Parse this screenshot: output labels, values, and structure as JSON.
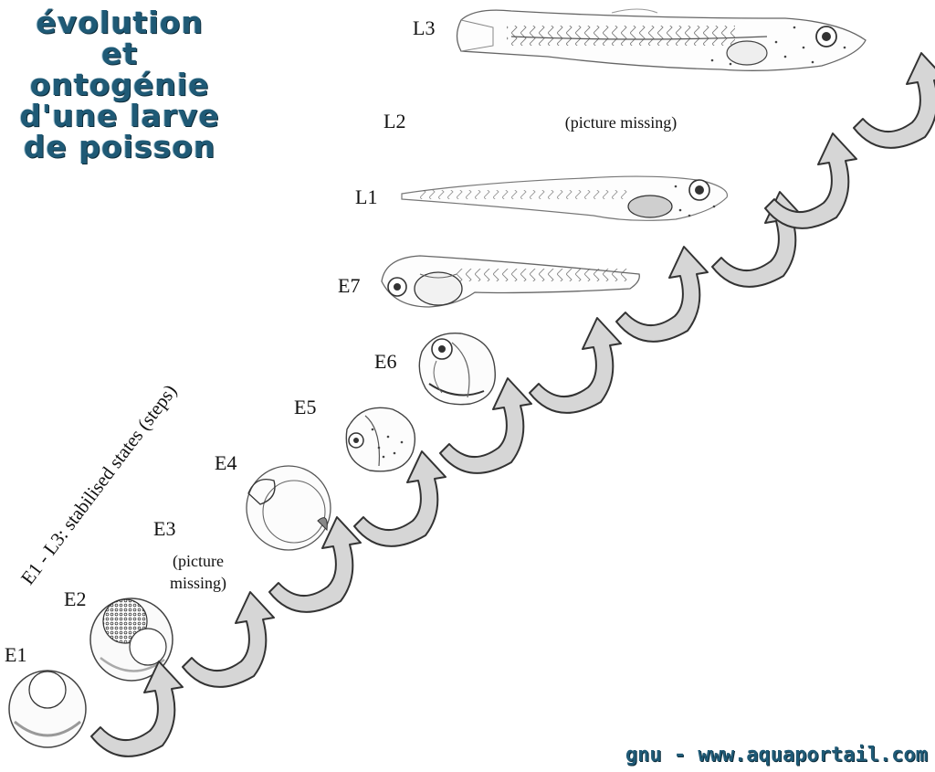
{
  "title_lines": [
    "évolution",
    "et",
    "ontogénie",
    "d'une larve",
    "de poisson"
  ],
  "diagonal_label": "E1 - L3: stabilised states (steps)",
  "stages": {
    "e1": "E1",
    "e2": "E2",
    "e3": "E3",
    "e3_note_line1": "(picture",
    "e3_note_line2": "missing)",
    "e4": "E4",
    "e5": "E5",
    "e6": "E6",
    "e7": "E7",
    "l1": "L1",
    "l2": "L2",
    "l2_note": "(picture missing)",
    "l3": "L3"
  },
  "credit": "gnu - www.aquaportail.com",
  "colors": {
    "title": "#1f5a76",
    "arrow_fill": "#d6d6d6",
    "arrow_stroke": "#333333"
  }
}
